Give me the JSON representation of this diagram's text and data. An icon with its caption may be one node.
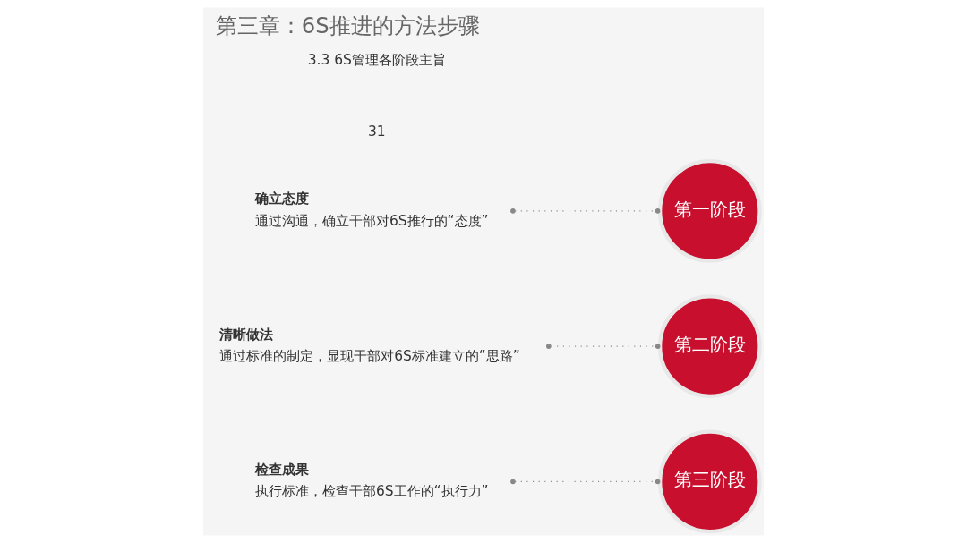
{
  "diagram": {
    "title": "第三章：6S推进的方法步骤",
    "nodes": [
      {
        "text": [
          "检查成果",
          "执行标准，检查干部6S工作的“执行力”"
        ]
      },
      {
        "text": [
          "第三阶段"
        ]
      },
      {
        "text": [
          "清晰做法",
          "通过标准的制定，显现干部对6S标准建立的“思路”"
        ]
      },
      {
        "text": [
          "第二阶段"
        ]
      },
      {
        "text": [
          "确立态度",
          "通过沟通，确立干部对6S推行的“态度”"
        ]
      },
      {
        "text": [
          "第一阶段"
        ]
      }
    ],
    "edges": [
      {
        "from": 0,
        "to": 1,
        "arrow": "other",
        "style": "dashed"
      },
      {
        "from": 2,
        "to": 3,
        "arrow": "other",
        "style": "dashed"
      },
      {
        "from": 4,
        "to": 5,
        "arrow": "other",
        "style": "dashed"
      }
    ],
    "labels": [
      "31",
      "3.3 6S管理各阶段主旨"
    ]
  }
}
